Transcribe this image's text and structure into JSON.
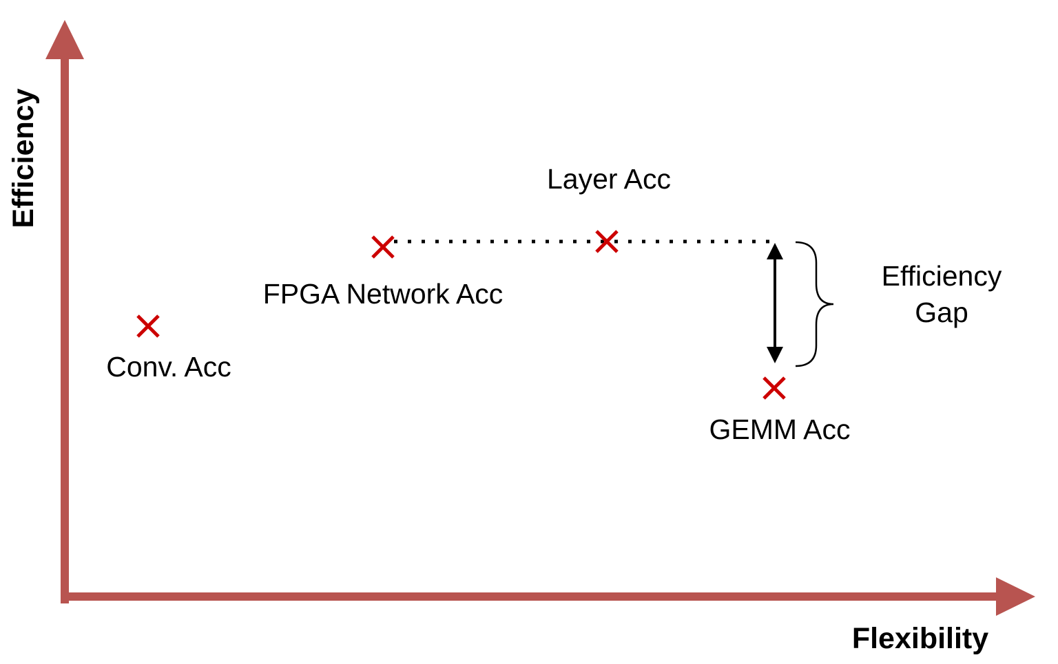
{
  "axes": {
    "x_label": "Flexibility",
    "y_label": "Efficiency",
    "color": "#b85450"
  },
  "points": [
    {
      "label": "Conv. Acc"
    },
    {
      "label": "FPGA Network Acc"
    },
    {
      "label": "Layer Acc"
    },
    {
      "label": "GEMM Acc"
    }
  ],
  "marker": {
    "glyph": "cross-icon",
    "color": "#cc0000"
  },
  "gap_annotation": {
    "line1": "Efficiency",
    "line2": "Gap"
  }
}
